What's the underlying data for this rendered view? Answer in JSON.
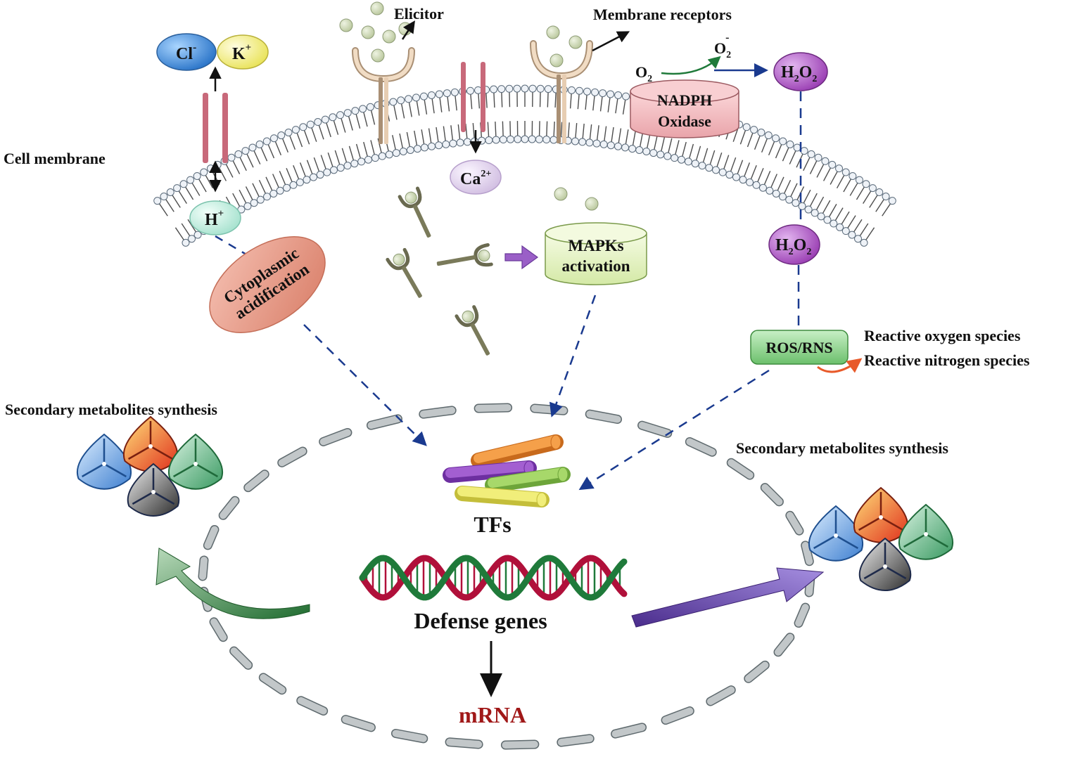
{
  "labels": {
    "elicitor": "Elicitor",
    "membrane_receptors": "Membrane receptors",
    "cell_membrane": "Cell membrane",
    "cl": "Cl",
    "cl_sup": "-",
    "k": "K",
    "k_sup": "+",
    "h": "H",
    "h_sup": "+",
    "ca": "Ca",
    "ca_sup": "2+",
    "o2": "O",
    "o2_sub": "2",
    "o2_radical": "O",
    "o2_radical_sub": "2",
    "o2_radical_sup": "-",
    "h2o2_h": "H",
    "h2o2_sub1": "2",
    "h2o2_o": "O",
    "h2o2_sub2": "2",
    "nadph_line1": "NADPH",
    "nadph_line2": "Oxidase",
    "cyto_line1": "Cytoplasmic",
    "cyto_line2": "acidification",
    "mapks_line1": "MAPKs",
    "mapks_line2": "activation",
    "ros_rns": "ROS/RNS",
    "reactive_oxygen": "Reactive oxygen species",
    "reactive_nitrogen": "Reactive nitrogen species",
    "secondary_left": "Secondary metabolites synthesis",
    "secondary_right": "Secondary metabolites synthesis",
    "tfs": "TFs",
    "defense_genes": "Defense genes",
    "mrna": "mRNA"
  },
  "colors": {
    "cl_ion": "#3f8fd8",
    "k_ion": "#f2ee70",
    "h_ion": "#c9efe2",
    "ca_ion": "#e7d9ef",
    "h2o2": "#b05ac8",
    "nadph": "#f4b8bc",
    "cytoplasmic": "#e79a86",
    "mapks": "#e6f3c4",
    "ros": "#8fd48e",
    "mrna": "#a01818",
    "dashed_arrow": "#1a3a8f",
    "channel": "#c8697a",
    "membrane_head": "#eef2f7",
    "membrane_tail": "#4d4d4d",
    "elicitor_ball": "#cfd9b6",
    "nucleus_dash": "#c2c7c9"
  }
}
